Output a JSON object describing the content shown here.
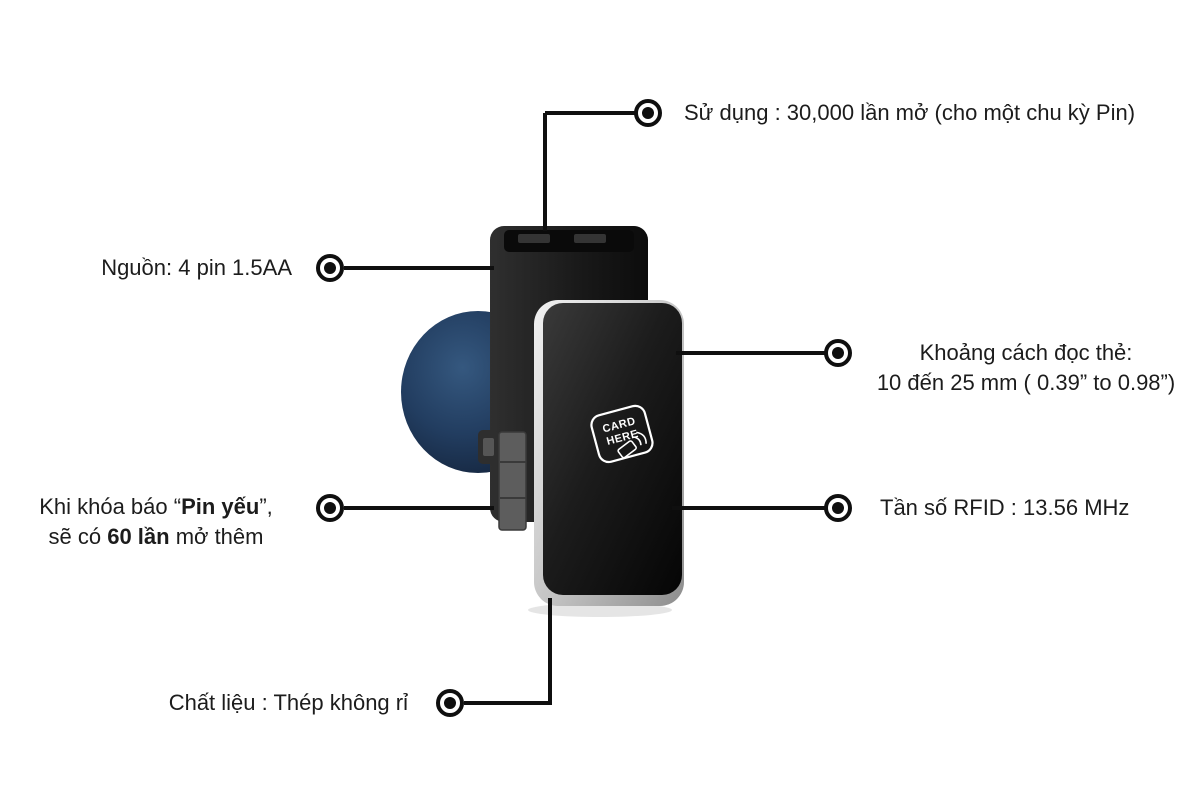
{
  "figure": {
    "background": "#ffffff",
    "line_color": "#0f0f0f",
    "text_color": "#1c1c1c"
  },
  "callouts": {
    "usage": {
      "text": "Sử dụng : 30,000 lần mở (cho một chu kỳ Pin)"
    },
    "power": {
      "text": "Nguồn: 4 pin 1.5AA"
    },
    "read_distance": {
      "line1": "Khoảng cách đọc thẻ:",
      "line2": "10 đến 25 mm ( 0.39” to 0.98”)"
    },
    "battery_low": {
      "line1_prefix": "Khi khóa báo “",
      "line1_bold": "Pin yếu",
      "line1_suffix": "”,",
      "line2_prefix": "sẽ có ",
      "line2_bold": "60 lần",
      "line2_suffix": " mở thêm"
    },
    "rfid": {
      "text": "Tần số RFID : 13.56 MHz"
    },
    "material": {
      "text": "Chất liệu : Thép không rỉ"
    }
  },
  "device": {
    "panel_label_line1": "CARD",
    "panel_label_line2": "HERE",
    "colors": {
      "knob_blue": "#1d3a5f",
      "body_black": "#161616",
      "panel_silver": "#c9c9c9",
      "panel_face": "#111111"
    }
  }
}
